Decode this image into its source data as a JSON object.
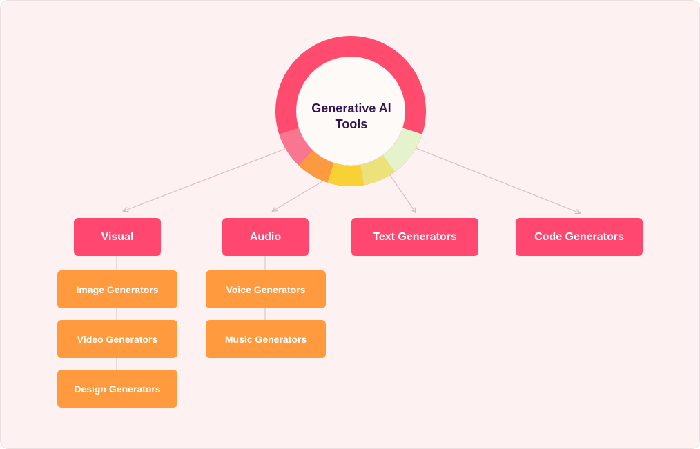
{
  "diagram": {
    "title": "Generative AI Tools",
    "title_lines": [
      "Generative AI",
      "Tools"
    ],
    "colors": {
      "background": "#fdf1f2",
      "ring_main": "#ff4b6e",
      "ring_segments": [
        "#f87690",
        "#fb9a3e",
        "#f8d235",
        "#ece27a",
        "#e4f3cc"
      ],
      "primary_node": "#ff476f",
      "secondary_node": "#ff9a3e",
      "connector": "#dbbfc3"
    },
    "categories": [
      {
        "label": "Visual",
        "children": [
          "Image Generators",
          "Video Generators",
          "Design Generators"
        ]
      },
      {
        "label": "Audio",
        "children": [
          "Voice Generators",
          "Music Generators"
        ]
      },
      {
        "label": "Text Generators",
        "children": []
      },
      {
        "label": "Code Generators",
        "children": []
      }
    ]
  }
}
